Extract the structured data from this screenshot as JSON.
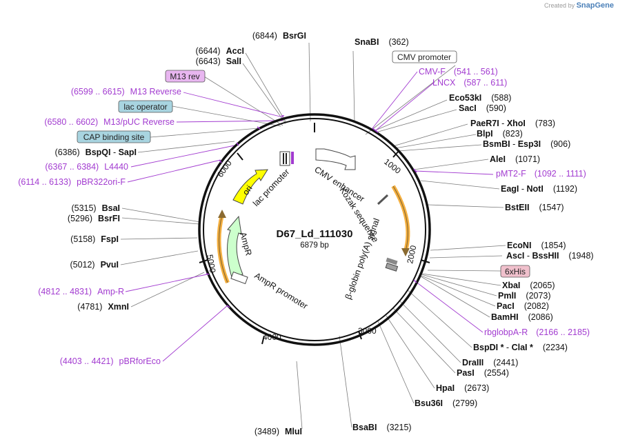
{
  "watermark": {
    "prefix": "Created by",
    "brand": "SnapGene"
  },
  "plasmid": {
    "name": "D67_Ld_111030",
    "size": "6879 bp"
  },
  "sites_top_left": [
    {
      "pos": "(6844)",
      "name": "BsrGI"
    },
    {
      "pos": "(6644)",
      "name": "AccI"
    },
    {
      "pos": "(6643)",
      "name": "SalI"
    }
  ],
  "boxed_features": [
    {
      "text": "M13 rev",
      "style": "purple"
    },
    {
      "text": "lac operator",
      "style": "blue"
    },
    {
      "text": "CAP binding site",
      "style": "blue"
    },
    {
      "text": "CMV promoter",
      "style": "white"
    },
    {
      "text": "6xHis",
      "style": "pink"
    }
  ],
  "primers_left": [
    {
      "pos": "(6599 .. 6615)",
      "name": "M13 Reverse"
    },
    {
      "pos": "(6580 .. 6602)",
      "name": "M13/pUC Reverse"
    },
    {
      "pos": "(6367 .. 6384)",
      "name": "L4440"
    },
    {
      "pos": "(6114 .. 6133)",
      "name": "pBR322ori-F"
    },
    {
      "pos": "(4812 .. 4831)",
      "name": "Amp-R"
    },
    {
      "pos": "(4403 .. 4421)",
      "name": "pBRforEco"
    }
  ],
  "sites_left": [
    {
      "pos": "(6386)",
      "name": "BspQI",
      "name2": "SapI"
    },
    {
      "pos": "(5315)",
      "name": "BsaI"
    },
    {
      "pos": "(5296)",
      "name": "BsrFI"
    },
    {
      "pos": "(5158)",
      "name": "FspI"
    },
    {
      "pos": "(5012)",
      "name": "PvuI"
    },
    {
      "pos": "(4781)",
      "name": "XmnI"
    },
    {
      "pos": "(3489)",
      "name": "MluI"
    }
  ],
  "sites_right": [
    {
      "name": "SnaBI",
      "pos": "(362)"
    },
    {
      "name": "Eco53kI",
      "pos": "(588)"
    },
    {
      "name": "SacI",
      "pos": "(590)"
    },
    {
      "name": "PaeR7I",
      "name2": "XhoI",
      "pos": "(783)"
    },
    {
      "name": "BlpI",
      "pos": "(823)"
    },
    {
      "name": "BsmBI",
      "name2": "Esp3I",
      "pos": "(906)"
    },
    {
      "name": "AleI",
      "pos": "(1071)"
    },
    {
      "name": "EagI",
      "name2": "NotI",
      "pos": "(1192)"
    },
    {
      "name": "BstEII",
      "pos": "(1547)"
    },
    {
      "name": "EcoNI",
      "pos": "(1854)"
    },
    {
      "name": "AscI",
      "name2": "BssHII",
      "pos": "(1948)"
    },
    {
      "name": "XbaI",
      "pos": "(2065)"
    },
    {
      "name": "PmlI",
      "pos": "(2073)"
    },
    {
      "name": "PacI",
      "pos": "(2082)"
    },
    {
      "name": "BamHI",
      "pos": "(2086)"
    },
    {
      "name": "BspDI *",
      "name2": "ClaI *",
      "pos": "(2234)"
    },
    {
      "name": "DraIII",
      "pos": "(2441)"
    },
    {
      "name": "PasI",
      "pos": "(2554)"
    },
    {
      "name": "HpaI",
      "pos": "(2673)"
    },
    {
      "name": "Bsu36I",
      "pos": "(2799)"
    },
    {
      "name": "BsaBI",
      "pos": "(3215)"
    }
  ],
  "primers_right": [
    {
      "name": "CMV-F",
      "pos": "(541 .. 561)"
    },
    {
      "name": "LNCX",
      "pos": "(587 .. 611)"
    },
    {
      "name": "pMT2-F",
      "pos": "(1092 .. 1111)"
    },
    {
      "name": "rbglobpA-R",
      "pos": "(2166 .. 2185)"
    }
  ],
  "ticks": [
    "1000",
    "2000",
    "3000",
    "4000",
    "5000",
    "6000"
  ],
  "inner_features": [
    "CMV enhancer",
    "Kozak sequence",
    "β-globin poly(A) signal",
    "AmpR promoter",
    "AmpR",
    "ori",
    "lac promoter"
  ],
  "colors": {
    "primer": "#a23bd0",
    "ori": "#ffff00",
    "ampr": "#ccffcc",
    "orf_highlight": "#f5b040",
    "lac_box": "#a8d4e0",
    "m13_box": "#e8b6f0",
    "his_box": "#f0c0cc"
  }
}
